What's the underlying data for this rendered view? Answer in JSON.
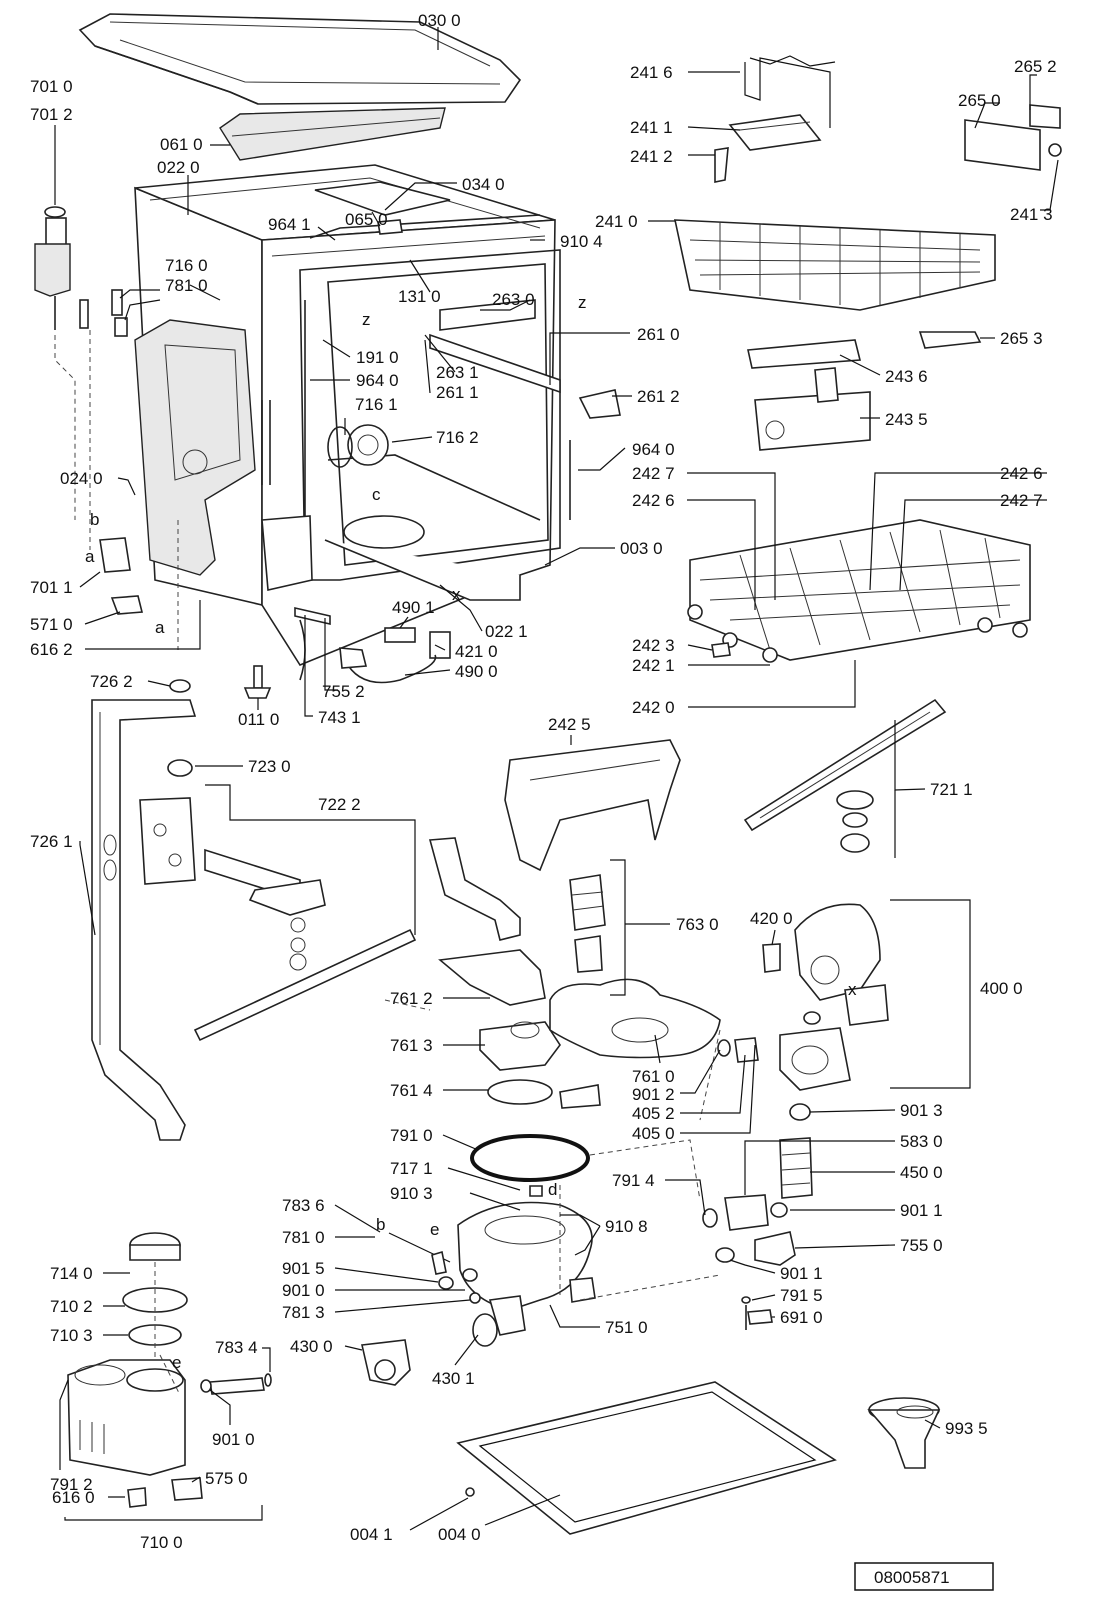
{
  "diagram": {
    "drawing_number": "08005871",
    "letters": [
      "z",
      "z",
      "c",
      "x",
      "b",
      "a",
      "a",
      "b",
      "e",
      "d",
      "e",
      "x"
    ],
    "parts": [
      "030 0",
      "701 0",
      "701 2",
      "061 0",
      "022 0",
      "034 0",
      "065 0",
      "964 1",
      "910 4",
      "716 0",
      "781 0",
      "131 0",
      "263 0",
      "261 0",
      "191 0",
      "964 0",
      "263 1",
      "261 1",
      "716 1",
      "716 2",
      "261 2",
      "964 0",
      "024 0",
      "003 0",
      "701 1",
      "490 1",
      "022 1",
      "571 0",
      "616 2",
      "421 0",
      "490 0",
      "726 2",
      "755 2",
      "011 0",
      "743 1",
      "241 6",
      "265 2",
      "265 0",
      "241 1",
      "241 2",
      "241 3",
      "241 0",
      "265 3",
      "243 6",
      "243 5",
      "242 7",
      "242 6",
      "242 6",
      "242 7",
      "242 3",
      "242 1",
      "242 0",
      "723 0",
      "722 2",
      "726 1",
      "242 5",
      "721 1",
      "763 0",
      "420 0",
      "400 0",
      "761 2",
      "761 3",
      "761 0",
      "901 2",
      "761 4",
      "405 2",
      "405 0",
      "901 3",
      "791 0",
      "583 0",
      "717 1",
      "450 0",
      "791 4",
      "910 3",
      "910 8",
      "783 6",
      "901 1",
      "781 0",
      "755 0",
      "714 0",
      "901 5",
      "901 1",
      "901 0",
      "791 5",
      "781 3",
      "710 2",
      "751 0",
      "691 0",
      "710 3",
      "783 4",
      "430 0",
      "430 1",
      "901 0",
      "993 5",
      "791 2",
      "575 0",
      "616 0",
      "710 0",
      "004 1",
      "004 0"
    ]
  }
}
